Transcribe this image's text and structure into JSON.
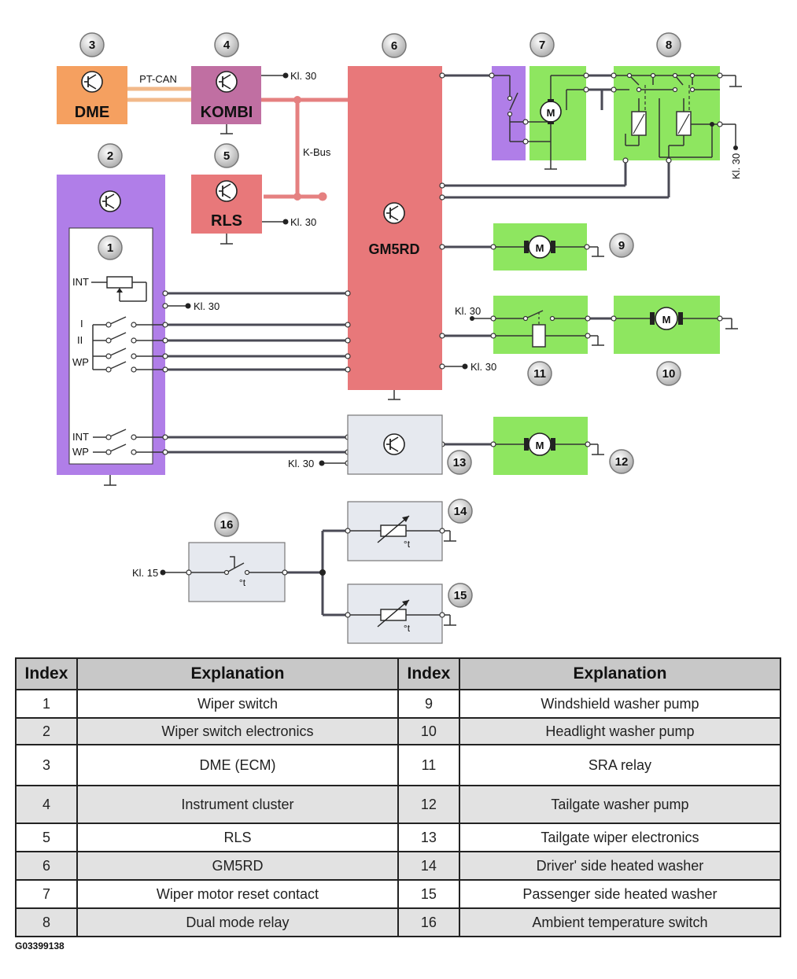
{
  "diagram": {
    "badges": [
      "1",
      "2",
      "3",
      "4",
      "5",
      "6",
      "7",
      "8",
      "9",
      "10",
      "11",
      "12",
      "13",
      "14",
      "15",
      "16"
    ],
    "modules": {
      "dme": "DME",
      "kombi": "KOMBI",
      "rls": "RLS",
      "gm5rd": "GM5RD"
    },
    "buses": {
      "pt_can": "PT-CAN",
      "k_bus": "K-Bus"
    },
    "terminals": {
      "kl30": "Kl. 30",
      "kl15": "Kl. 15"
    },
    "switch_labels": {
      "int": "INT",
      "one": "I",
      "two": "II",
      "wp": "WP"
    },
    "temp_symbol": "°t",
    "motor_symbol": "M",
    "colors": {
      "purple": "#b07ee8",
      "orange": "#f5a060",
      "magenta": "#c06fa2",
      "red": "#e8787a",
      "green": "#8ee660",
      "grey": "#e6e9ef",
      "bus": "#e58080"
    }
  },
  "legend": {
    "headers": [
      "Index",
      "Explanation",
      "Index",
      "Explanation"
    ],
    "rows": [
      {
        "i1": "1",
        "e1": "Wiper switch",
        "i2": "9",
        "e2": "Windshield washer pump"
      },
      {
        "i1": "2",
        "e1": "Wiper switch electronics",
        "i2": "10",
        "e2": "Headlight washer pump"
      },
      {
        "i1": "3",
        "e1": "DME (ECM)",
        "i2": "11",
        "e2": "SRA relay"
      },
      {
        "i1": "4",
        "e1": "Instrument cluster",
        "i2": "12",
        "e2": "Tailgate washer pump"
      },
      {
        "i1": "5",
        "e1": "RLS",
        "i2": "13",
        "e2": "Tailgate wiper electronics"
      },
      {
        "i1": "6",
        "e1": "GM5RD",
        "i2": "14",
        "e2": "Driver' side heated washer"
      },
      {
        "i1": "7",
        "e1": "Wiper motor reset contact",
        "i2": "15",
        "e2": "Passenger side heated washer"
      },
      {
        "i1": "8",
        "e1": "Dual mode relay",
        "i2": "16",
        "e2": "Ambient temperature switch"
      }
    ]
  },
  "footer": {
    "code": "G03399138"
  }
}
